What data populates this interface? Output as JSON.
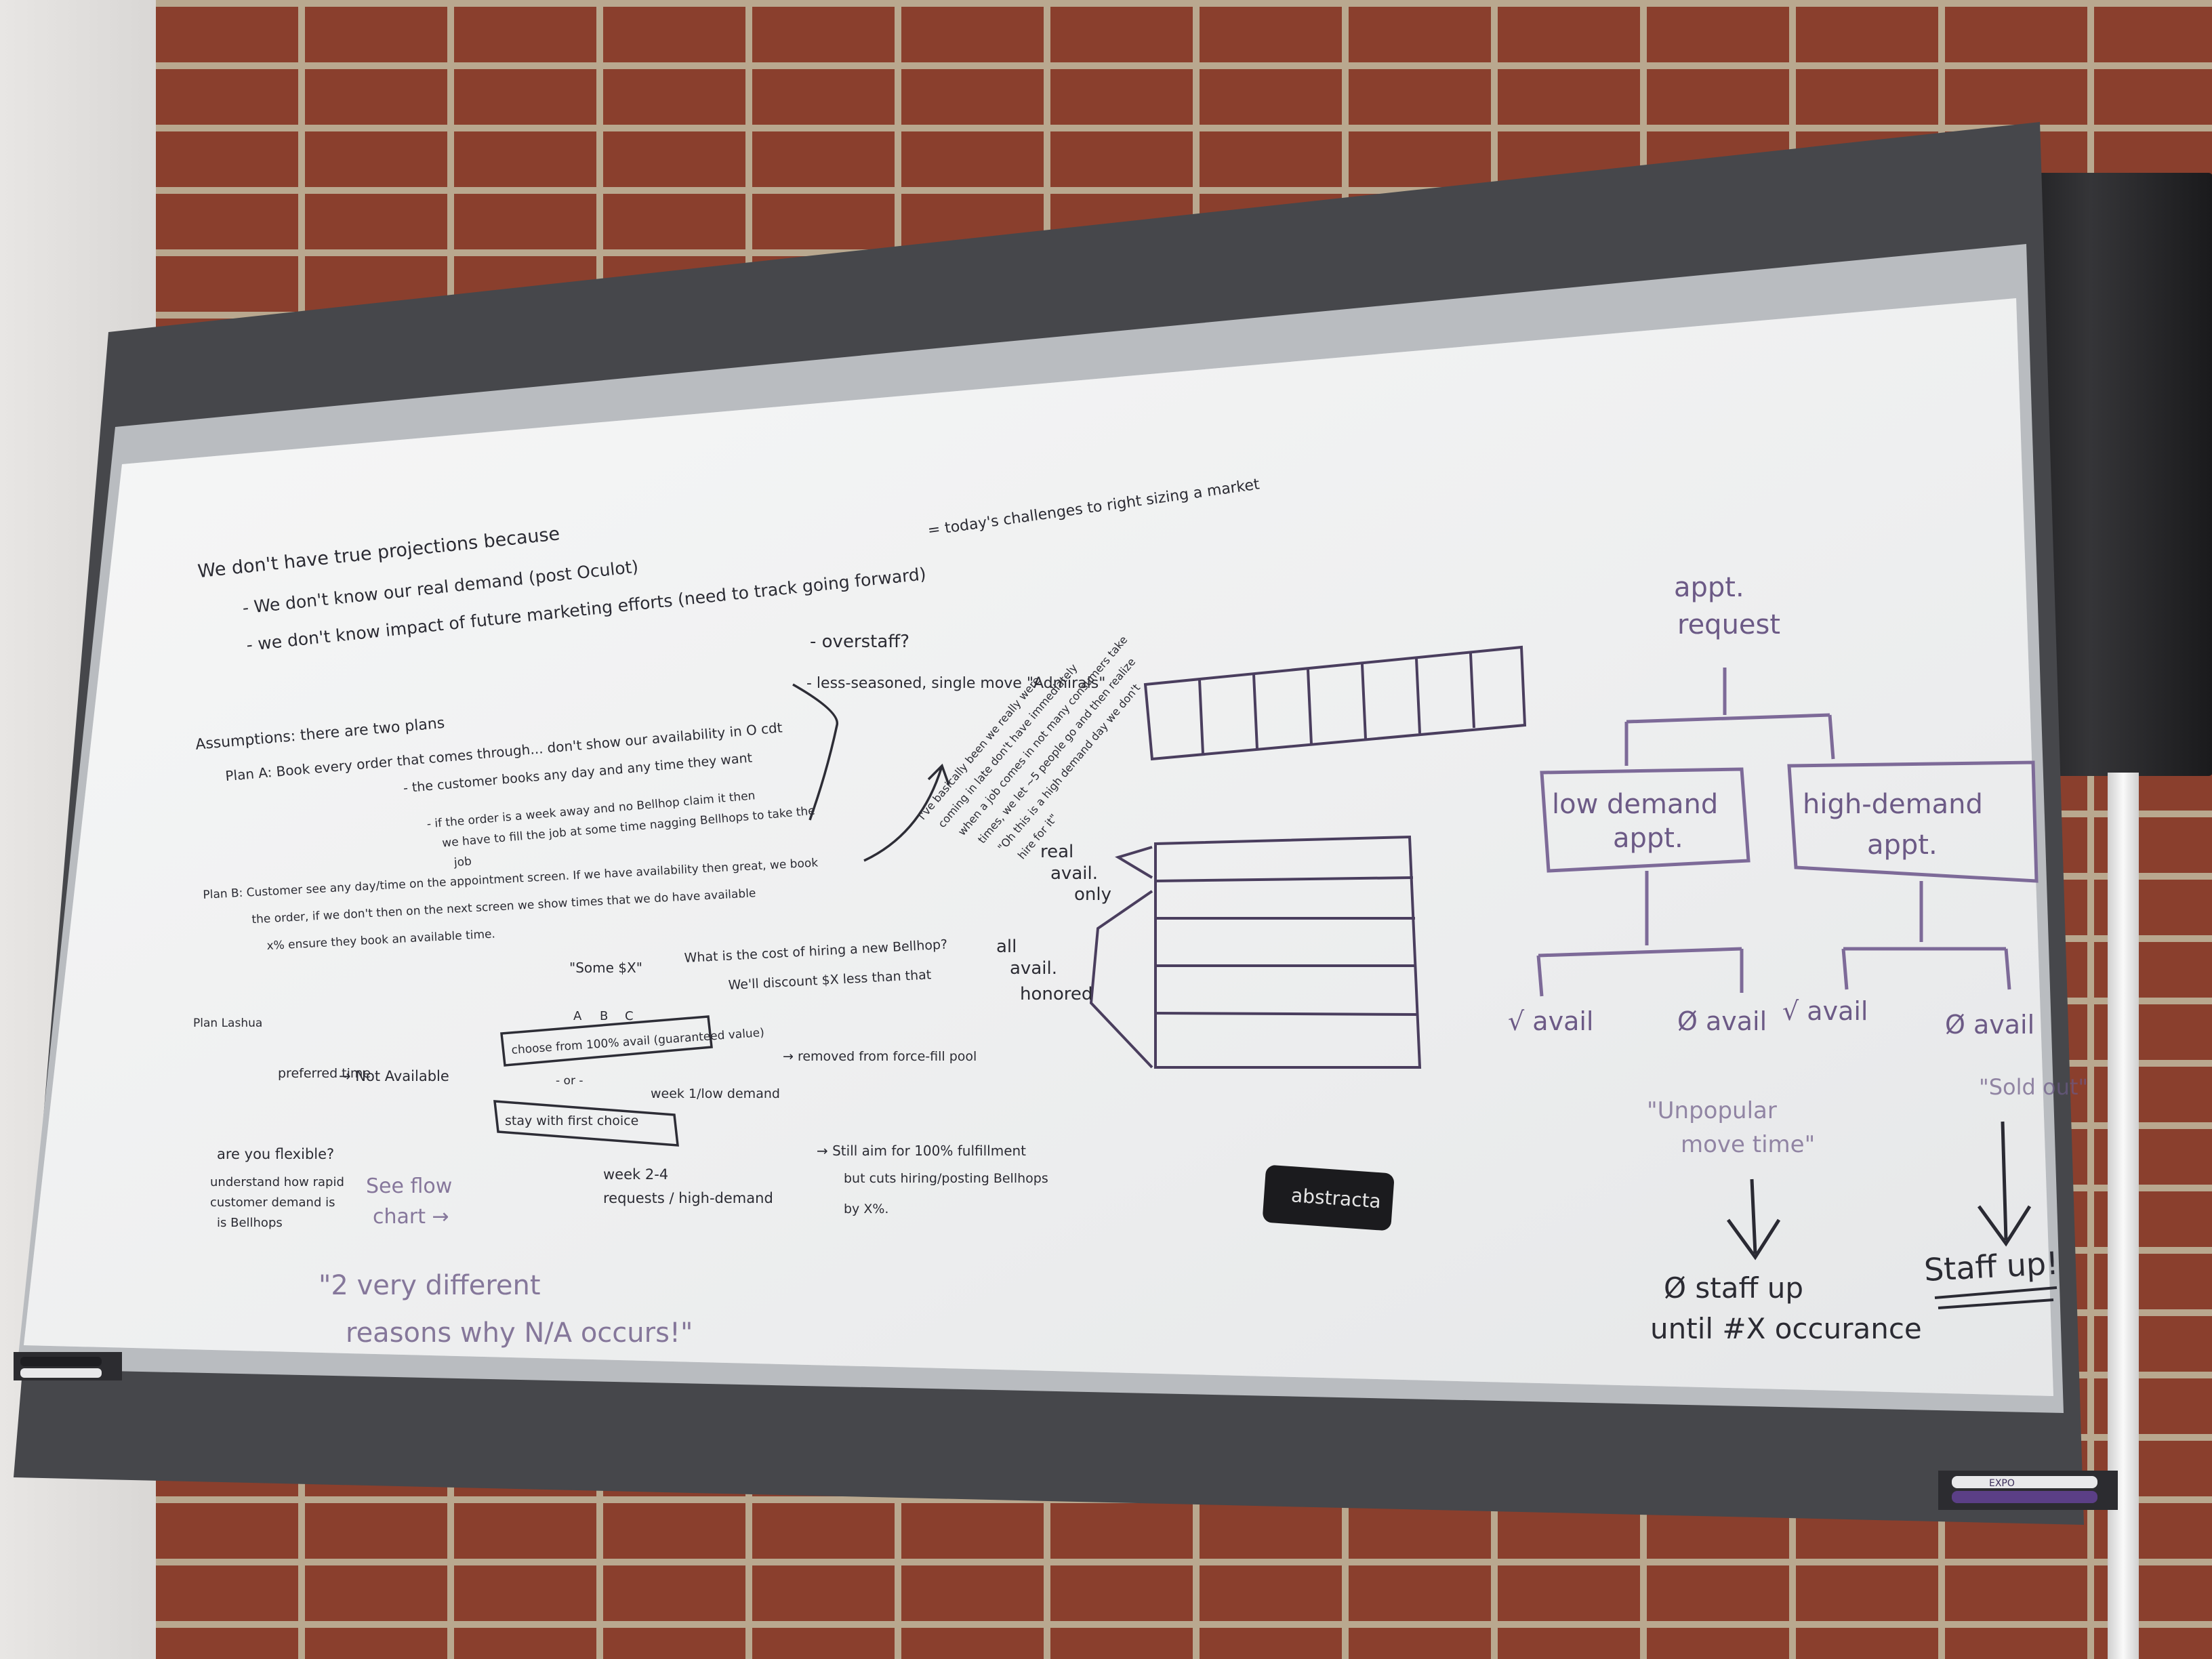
{
  "board_text": {
    "projections": "We don't have true projections because",
    "proj_a": "- We don't know our real demand (post Oculot)",
    "proj_b": "- we don't know impact of future marketing efforts (need to track going forward)",
    "assumptions": "Assumptions: there are two plans",
    "plan_a": "Plan A: Book every order that comes through... don't show our availability in O cdt",
    "plan_a_sub1": "- the customer books any day and any time they want",
    "plan_a_sub2": "- if the order is a week away and no Bellhop claim it then",
    "plan_a_sub3": "we have to fill the job at some time nagging Bellhops to take the",
    "plan_a_sub4": "job",
    "plan_b1": "Plan B: Customer see any day/time on the appointment screen. If we have availability then great, we book",
    "plan_b2": "the order, if we don't then on the next screen we show times that we do have available",
    "plan_b3": "x% ensure they book an available time.",
    "overstaff": "- overstaff?",
    "less_seasoned": "- less-seasoned, single move \"Admirals\"",
    "challenges": "= today's challenges to right sizing a market",
    "diag_note1": "I've basically been we really were",
    "diag_note2": "coming in late don't have immediately",
    "diag_note3": "when a job comes in not many consumers take",
    "diag_note4": "times, we let ~5 people go and then realize",
    "diag_note5": "\"Oh this is a high demand day we don't",
    "diag_note6": "hire for it\"",
    "plan_lashua": "Plan Lashua",
    "some_x": "\"Some $X\"",
    "abc_a": "A",
    "abc_b": "B",
    "abc_c": "C",
    "cost_q1": "What is the cost of hiring a new Bellhop?",
    "cost_q2": "We'll discount $X less than that",
    "preferred_time": "preferred time",
    "arrow_not_avail": "→ Not Available",
    "choose_100": "choose from 100% avail (guaranteed value)",
    "or_text": "- or -",
    "stay_first": "stay with first choice",
    "removed_pool": "→ removed from force-fill pool",
    "week1": "week 1/low demand",
    "week24_a": "week 2-4",
    "week24_b": "requests / high-demand",
    "still_aim1": "→ Still aim for 100% fulfillment",
    "still_aim2": "but cuts hiring/posting Bellhops",
    "still_aim3": "by X%.",
    "flexible": "are you flexible?",
    "understand1": "understand how rapid",
    "understand2": "customer demand is",
    "understand3": "is Bellhops",
    "see_flow1": "See flow",
    "see_flow2": "chart →",
    "two_reasons1": "\"2 very different",
    "two_reasons2": "reasons why N/A occurs!\"",
    "real_avail1": "real",
    "real_avail2": "avail.",
    "real_avail3": "only",
    "all_avail1": "all",
    "all_avail2": "avail.",
    "all_avail3": "honored",
    "appt_request1": "appt.",
    "appt_request2": "request",
    "low_demand1": "low demand",
    "low_demand2": "appt.",
    "high_demand1": "high-demand",
    "high_demand2": "appt.",
    "check_avail_1": "√ avail",
    "no_avail_1": "Ø avail",
    "check_avail_2": "√ avail",
    "no_avail_2": "Ø avail",
    "unpopular1": "\"Unpopular",
    "unpopular2": "move time\"",
    "sold_out": "\"Sold out\"",
    "no_staff1": "Ø staff up",
    "no_staff2": "until #X occurance",
    "staff_up": "Staff up!",
    "eraser_brand": "abstracta",
    "marker_brand": "EXPO"
  },
  "colors": {
    "brick": "#8a3f2d",
    "mortar": "#b9a88f",
    "board": "#f1f2f2",
    "frame": "#4b4c50",
    "ink_black": "#2b2b33",
    "ink_purple": "#6c5a86"
  }
}
